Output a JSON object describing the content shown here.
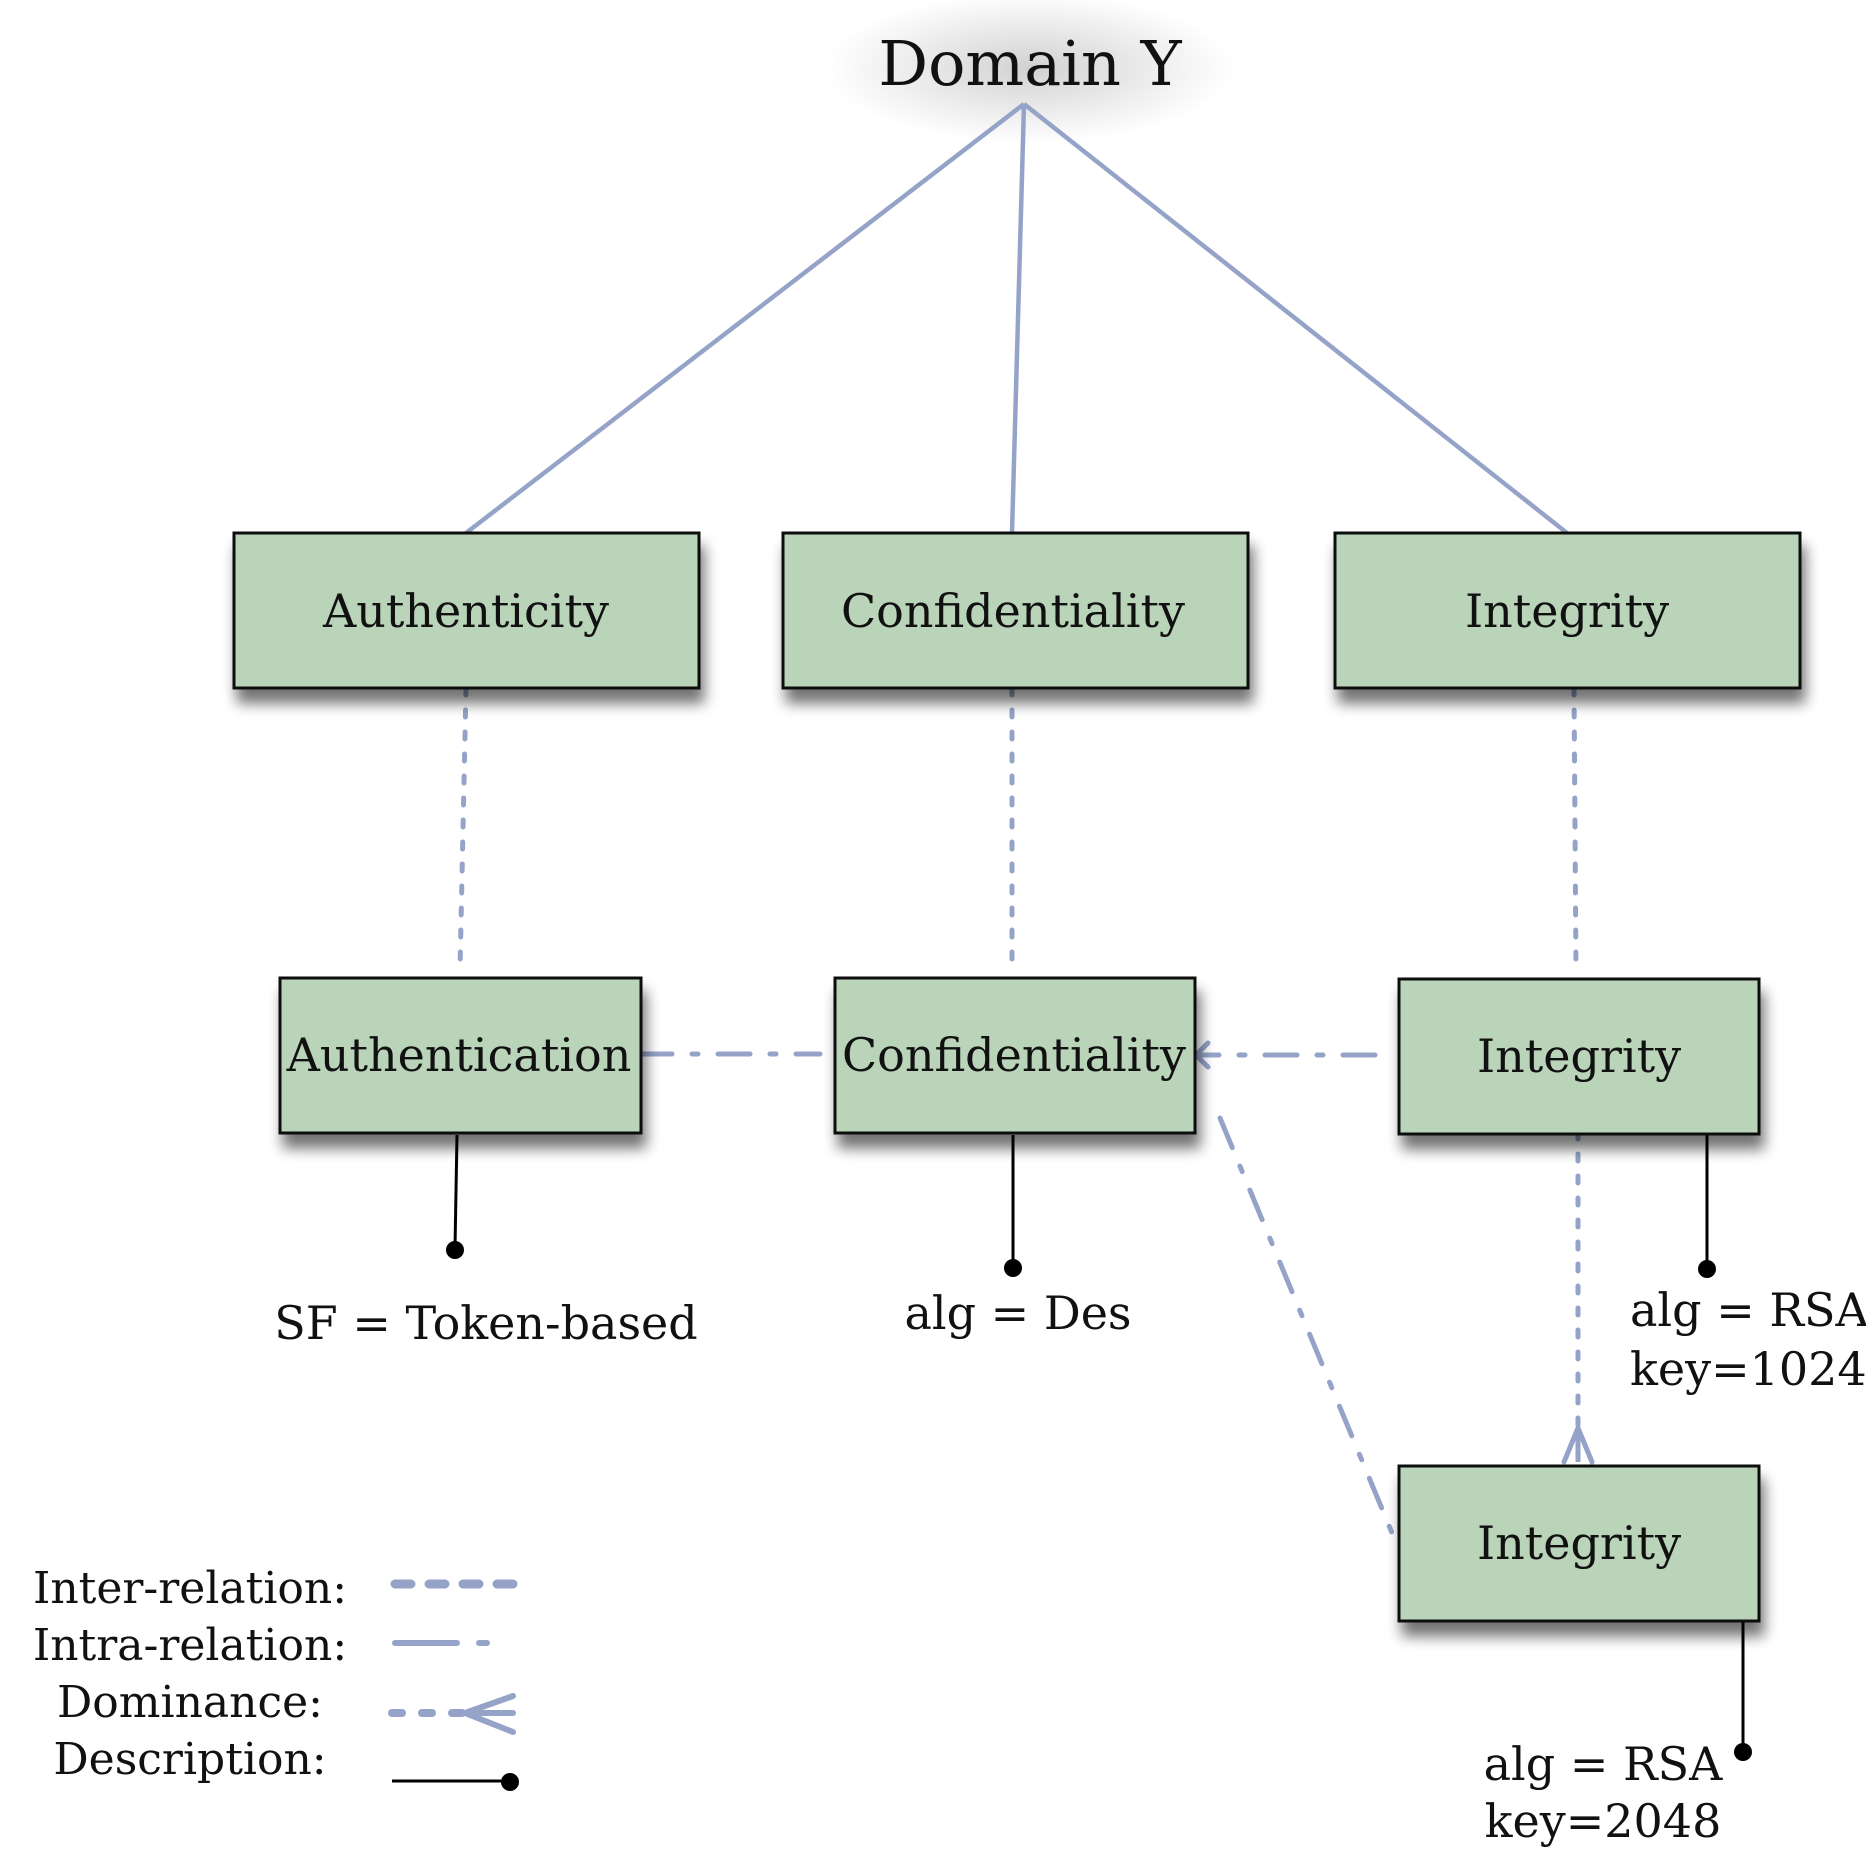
{
  "root": {
    "label": "Domain Y"
  },
  "level1": [
    {
      "label": "Authenticity"
    },
    {
      "label": "Confidentiality"
    },
    {
      "label": "Integrity"
    }
  ],
  "level2": [
    {
      "label": "Authentication"
    },
    {
      "label": "Confidentiality"
    },
    {
      "label": "Integrity"
    }
  ],
  "level3": [
    {
      "label": "Integrity"
    }
  ],
  "descriptions": [
    {
      "lines": [
        "SF = Token-based"
      ]
    },
    {
      "lines": [
        "alg = Des"
      ]
    },
    {
      "lines": [
        "alg = RSA",
        "key=1024"
      ]
    },
    {
      "lines": [
        "alg = RSA",
        "key=2048"
      ]
    }
  ],
  "legend": {
    "inter_relation": "Inter-relation:",
    "intra_relation": "Intra-relation:",
    "dominance": "Dominance:",
    "description": "Description:"
  },
  "colors": {
    "box_fill": "#b9d4b9",
    "box_stroke": "#111111",
    "relation": "#95a3c9",
    "description_line": "#000000"
  }
}
